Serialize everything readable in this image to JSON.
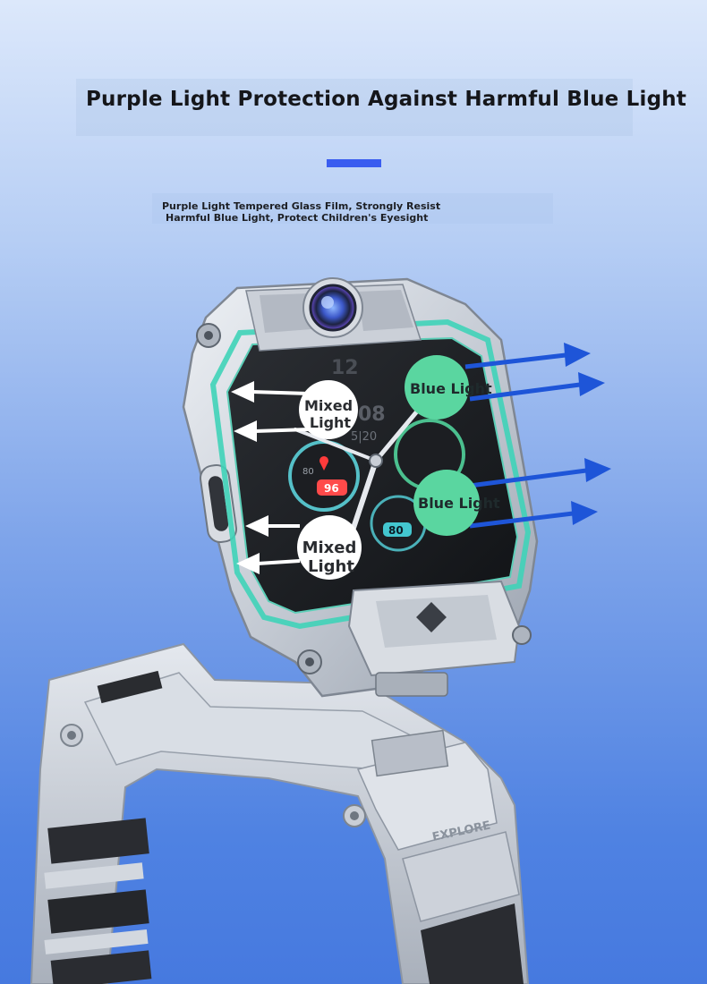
{
  "header": {
    "title": "Purple Light Protection Against Harmful Blue Light",
    "subtitle_line1": "Purple Light Tempered Glass Film, Strongly Resist",
    "subtitle_line2": "Harmful Blue Light, Protect Children's Eyesight"
  },
  "watch": {
    "clock_hour": "12",
    "time_digits": "08",
    "date_digits": "5|20",
    "heart_rate": "96",
    "left_scale": "80",
    "right_gauge_value": "80",
    "band_brand": "EXPLORE"
  },
  "labels": {
    "mixed_light_upper_line1": "Mixed",
    "mixed_light_upper_line2": "Light",
    "mixed_light_lower_line1": "Mixed",
    "mixed_light_lower_line2": "Light",
    "blue_light_upper": "Blue Light",
    "blue_light_lower": "Blue Light"
  },
  "colors": {
    "blue_arrow": "#1e55d8",
    "mixed_arrow": "#ffffff",
    "blue_bubble": "#5ad6a0",
    "mixed_bubble": "#ffffff",
    "accent": "#3a5df0",
    "film_edge": "#3fd3b8"
  }
}
